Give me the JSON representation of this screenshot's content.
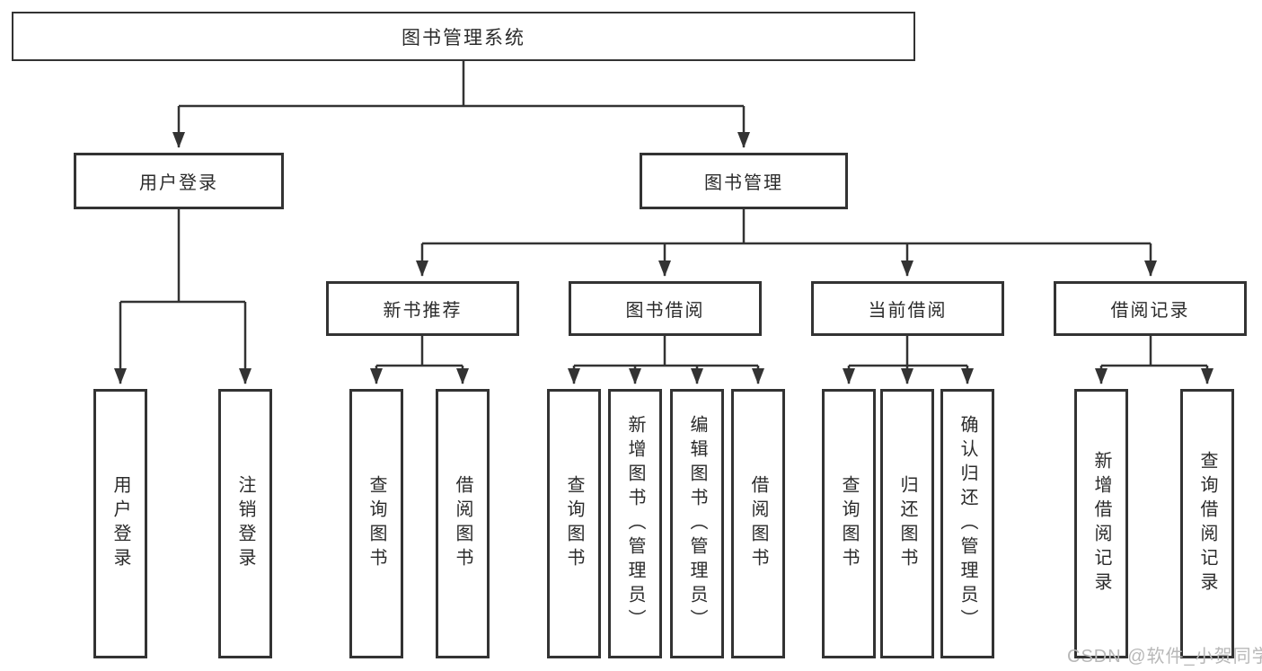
{
  "diagram": {
    "title": "图书管理系统",
    "level2": [
      {
        "label": "用户登录"
      },
      {
        "label": "图书管理"
      }
    ],
    "level3": [
      {
        "label": "新书推荐"
      },
      {
        "label": "图书借阅"
      },
      {
        "label": "当前借阅"
      },
      {
        "label": "借阅记录"
      }
    ],
    "leaves": [
      {
        "label": "用户登录"
      },
      {
        "label": "注销登录"
      },
      {
        "label": "查询图书"
      },
      {
        "label": "借阅图书"
      },
      {
        "label": "查询图书"
      },
      {
        "label": "新增图书（管理员）"
      },
      {
        "label": "编辑图书（管理员）"
      },
      {
        "label": "借阅图书"
      },
      {
        "label": "查询图书"
      },
      {
        "label": "归还图书"
      },
      {
        "label": "确认归还（管理员）"
      },
      {
        "label": "新增借阅记录"
      },
      {
        "label": "查询借阅记录"
      }
    ],
    "watermark": "CSDN @软件_小贺同学",
    "colors": {
      "line": "#333333",
      "text": "#2b2b2b",
      "watermark": "#b8b8b8",
      "background": "#ffffff"
    }
  }
}
